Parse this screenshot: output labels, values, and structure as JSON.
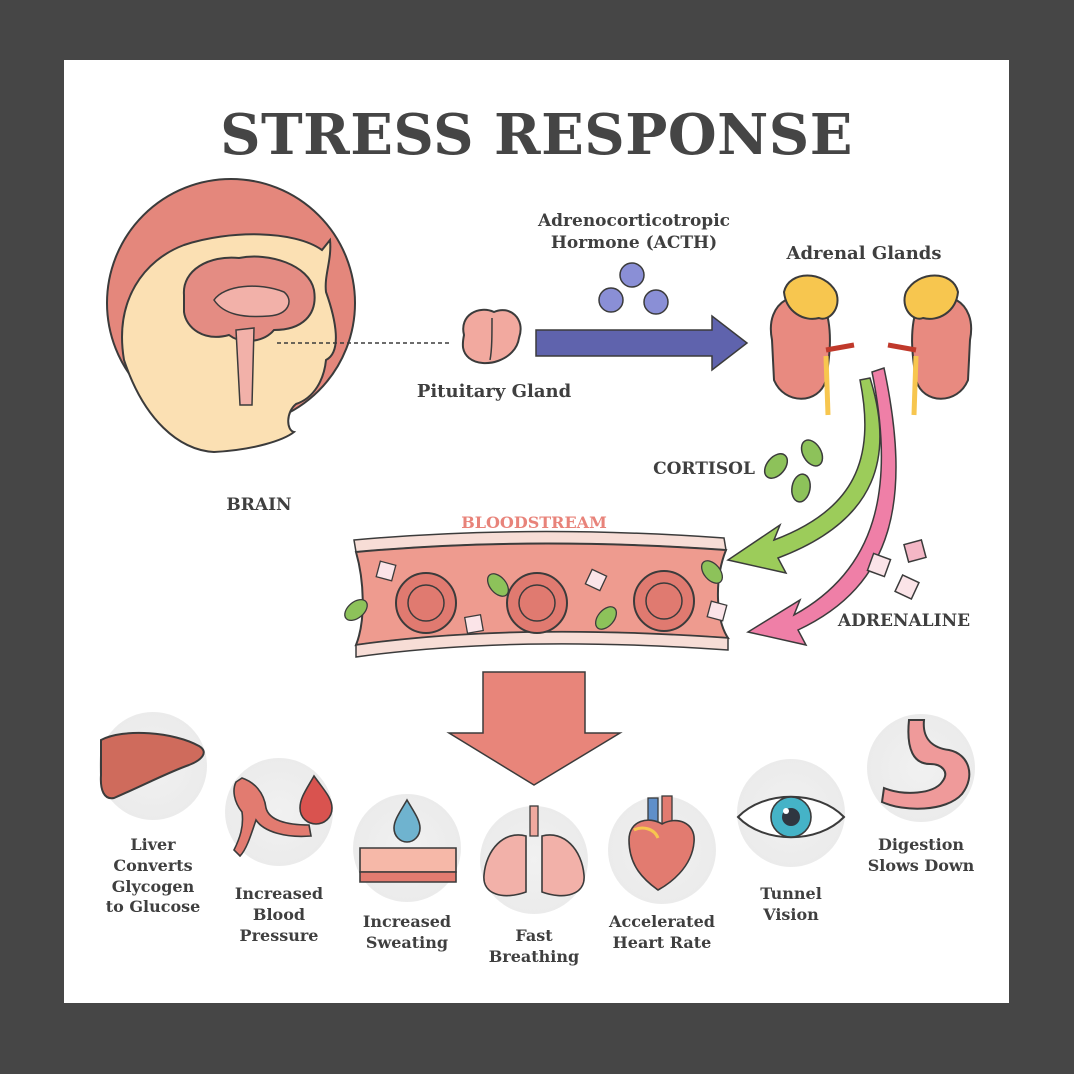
{
  "title": "STRESS RESPONSE",
  "labels": {
    "acth_line1": "Adrenocorticotropic",
    "acth_line2": "Hormone (ACTH)",
    "adrenal_glands": "Adrenal Glands",
    "pituitary_gland": "Pituitary Gland",
    "brain": "BRAIN",
    "cortisol": "CORTISOL",
    "bloodstream": "BLOODSTREAM",
    "adrenaline": "ADRENALINE"
  },
  "effects": [
    {
      "icon": "liver-icon",
      "lines": [
        "Liver",
        "Converts",
        "Glycogen",
        "to Glucose"
      ]
    },
    {
      "icon": "blood-vessel-icon",
      "lines": [
        "Increased",
        "Blood",
        "Pressure"
      ]
    },
    {
      "icon": "sweat-drop-icon",
      "lines": [
        "Increased",
        "Sweating"
      ]
    },
    {
      "icon": "lungs-icon",
      "lines": [
        "Fast",
        "Breathing"
      ]
    },
    {
      "icon": "heart-icon",
      "lines": [
        "Accelerated",
        "Heart Rate"
      ]
    },
    {
      "icon": "eye-icon",
      "lines": [
        "Tunnel",
        "Vision"
      ]
    },
    {
      "icon": "stomach-icon",
      "lines": [
        "Digestion",
        "Slows Down"
      ]
    }
  ],
  "colors": {
    "title": "#454545",
    "acth_arrow": "#5f63ad",
    "cortisol_arrow": "#9ccc5a",
    "adrenaline_arrow": "#ef7fa7",
    "bloodstream_label": "#e8837a",
    "vessel": "#ee9b8f",
    "down_arrow": "#e8857a"
  }
}
